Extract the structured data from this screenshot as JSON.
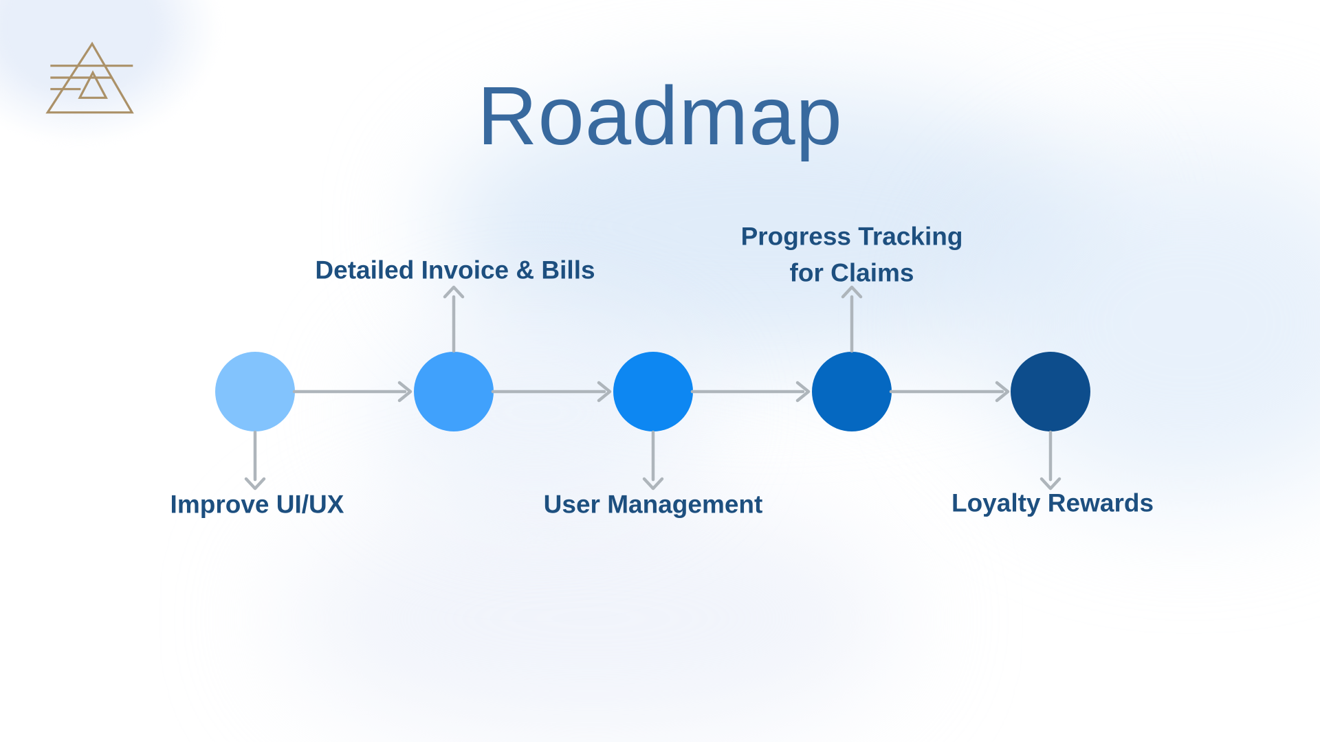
{
  "page": {
    "title": "Roadmap",
    "title_color": "#38699e"
  },
  "logo": {
    "icon": "triple-line-triangle-logo-icon",
    "color": "#ab9168"
  },
  "background": {
    "base_color": "#ffffff",
    "blob_tint": "#dbe8f7"
  },
  "timeline": {
    "arrow_color": "#aeb5bb",
    "label_color": "#1d4f7f",
    "steps": [
      {
        "label": "Improve UI/UX",
        "label_position": "below",
        "circle_color": "#82c3fd"
      },
      {
        "label": "Detailed Invoice & Bills",
        "label_position": "above",
        "circle_color": "#40a1fc"
      },
      {
        "label": "User Management",
        "label_position": "below",
        "circle_color": "#0d87f2"
      },
      {
        "label": "Progress Tracking for Claims",
        "label_position": "above",
        "circle_color": "#0568c1"
      },
      {
        "label": "Loyalty Rewards",
        "label_position": "below",
        "circle_color": "#0d4d8c"
      }
    ]
  }
}
